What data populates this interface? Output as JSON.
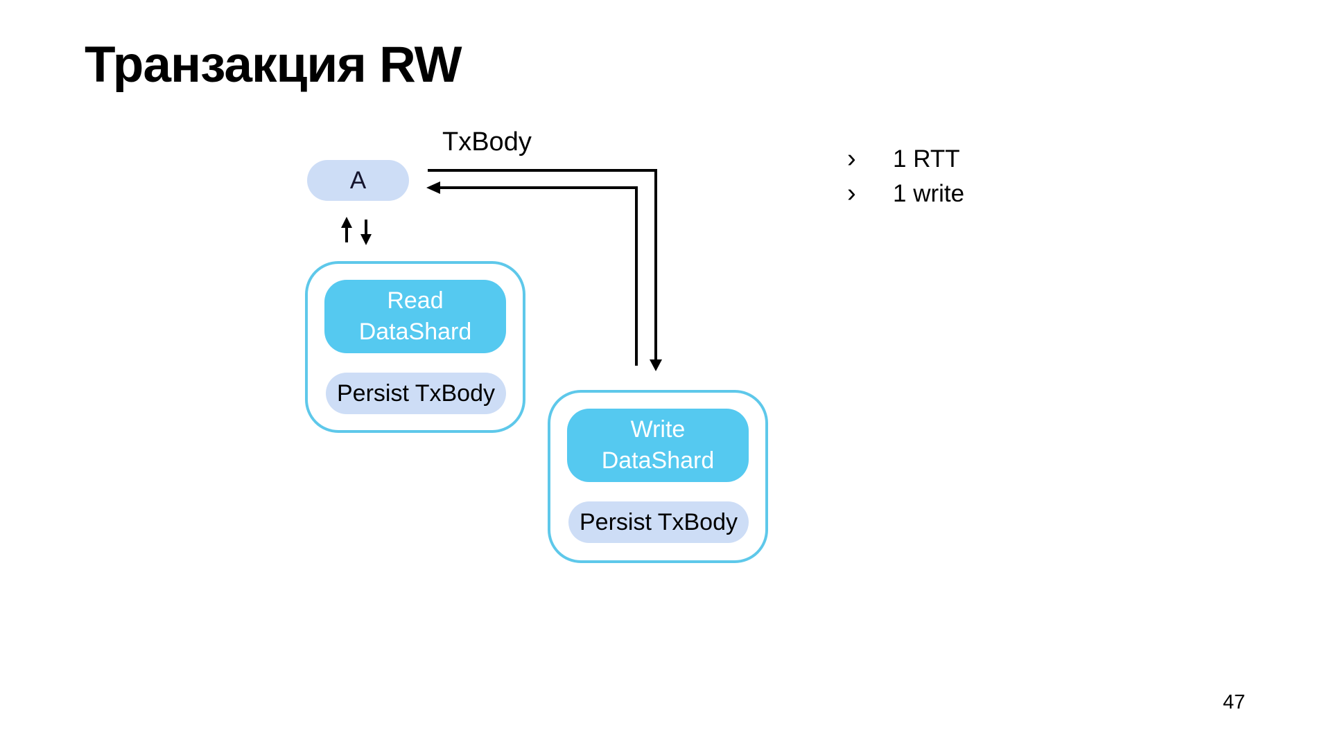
{
  "title": "Транзакция RW",
  "page_number": "47",
  "diagram": {
    "actor": "A",
    "message_label": "TxBody",
    "read_shard": {
      "line1": "Read",
      "line2": "DataShard",
      "persist": "Persist TxBody"
    },
    "write_shard": {
      "line1": "Write",
      "line2": "DataShard",
      "persist": "Persist TxBody"
    }
  },
  "bullets": [
    {
      "marker": "›",
      "text": "1 RTT"
    },
    {
      "marker": "›",
      "text": "1 write"
    }
  ],
  "colors": {
    "shard_fill": "#55C9F0",
    "container_border": "#5EC8EA",
    "pill_fill": "#CDDDF6",
    "shard_text": "#FFFFFF",
    "text": "#000000"
  }
}
